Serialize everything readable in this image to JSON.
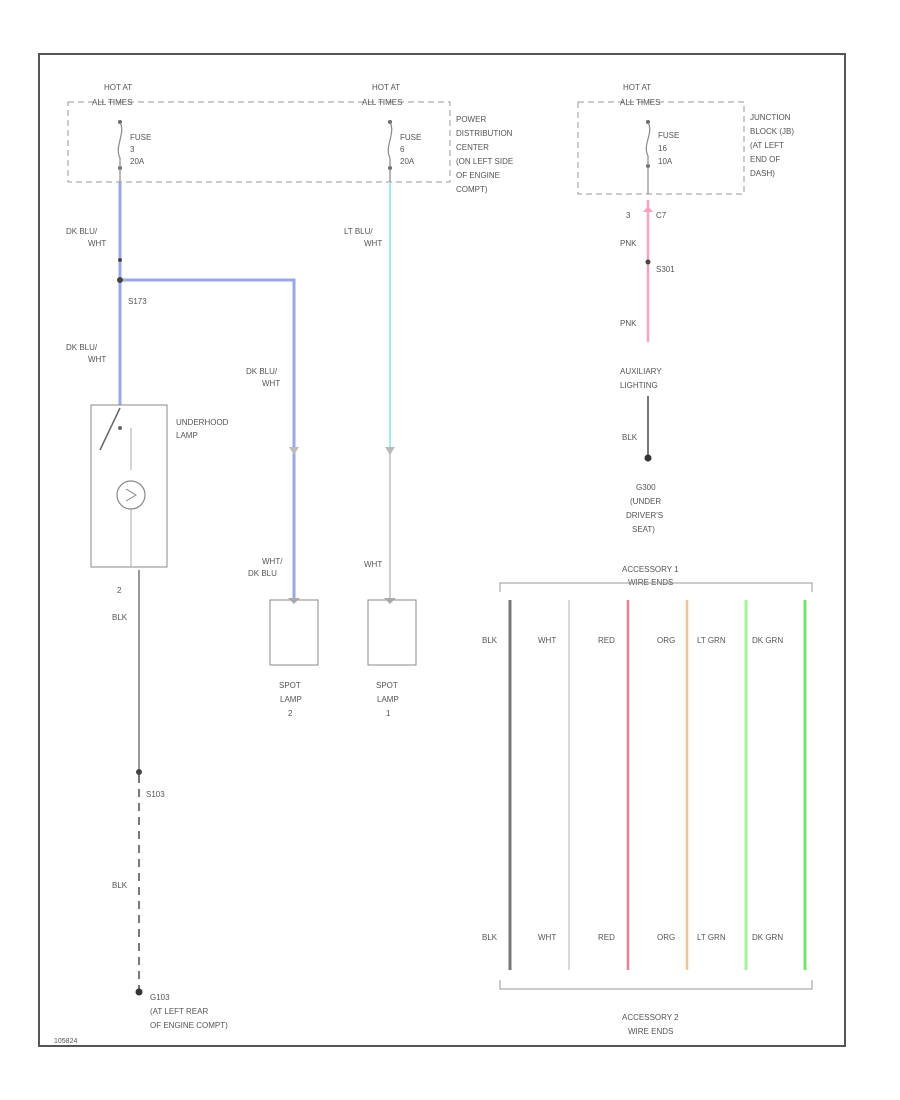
{
  "frame_code": "105824",
  "colors": {
    "frame": "#555555",
    "box": "#888888",
    "wire_dk_blu": "#9aa8ea",
    "wire_lt_blu": "#9eeeea",
    "wire_pnk": "#f4a4bd",
    "wire_blk": "#777777",
    "wire_wht": "#d0d0d0",
    "wire_red": "#f27e8c",
    "wire_org": "#f7c38e",
    "wire_lt_grn": "#a6f19c",
    "wire_dk_grn": "#74e36a",
    "text": "#555555"
  },
  "pdc": {
    "hot_1": "HOT AT",
    "all_times_1": "ALL TIMES",
    "fuse_1_label": "FUSE",
    "fuse_1_num": "3",
    "fuse_1_amp": "20A",
    "hot_2": "HOT AT",
    "all_times_2": "ALL TIMES",
    "fuse_2_label": "FUSE",
    "fuse_2_num": "6",
    "fuse_2_amp": "20A",
    "name": [
      "POWER",
      "DISTRIBUTION",
      "CENTER",
      "(ON LEFT SIDE",
      "OF ENGINE",
      "COMPT)"
    ]
  },
  "jb": {
    "hot": "HOT AT",
    "all_times": "ALL TIMES",
    "fuse_label": "FUSE",
    "fuse_num": "16",
    "fuse_amp": "10A",
    "name": [
      "JUNCTION",
      "BLOCK (JB)",
      "(AT LEFT",
      "END OF",
      "DASH)"
    ]
  },
  "wires": {
    "w1_a": "DK BLU/",
    "w1_b": "WHT",
    "splice_1": "S173",
    "w2_a": "DK BLU/",
    "w2_b": "WHT",
    "w3_a": "DK BLU/",
    "w3_b": "WHT",
    "w4_a": "LT BLU/",
    "w4_b": "WHT",
    "w5": "WHT",
    "w5b_a": "WHT/",
    "w5b_b": "DK BLU",
    "pin_2": "2",
    "w_blk_1": "BLK",
    "splice_2": "S103",
    "w_blk_2": "BLK",
    "ground_1": [
      "G103",
      "(AT LEFT REAR",
      "OF ENGINE COMPT)"
    ]
  },
  "underhood": {
    "label": [
      "UNDERHOOD",
      "LAMP"
    ]
  },
  "spot_lamp_2": [
    "SPOT",
    "LAMP",
    "2"
  ],
  "spot_lamp_1": [
    "SPOT",
    "LAMP",
    "1"
  ],
  "aux": {
    "pin": "3",
    "conn": "C7",
    "w_pnk_1": "PNK",
    "splice": "S301",
    "w_pnk_2": "PNK",
    "device": [
      "AUXILIARY",
      "LIGHTING"
    ],
    "w_blk": "BLK",
    "ground": [
      "G300",
      "(UNDER",
      "DRIVER'S",
      "SEAT)"
    ]
  },
  "accessory": {
    "title_1_a": "ACCESSORY 1",
    "title_1_b": "WIRE ENDS",
    "title_2_a": "ACCESSORY 2",
    "title_2_b": "WIRE ENDS",
    "colors_top": [
      "BLK",
      "WHT",
      "RED",
      "ORG",
      "LT GRN",
      "DK GRN"
    ],
    "colors_bottom": [
      "BLK",
      "WHT",
      "RED",
      "ORG",
      "LT GRN",
      "DK GRN"
    ]
  }
}
